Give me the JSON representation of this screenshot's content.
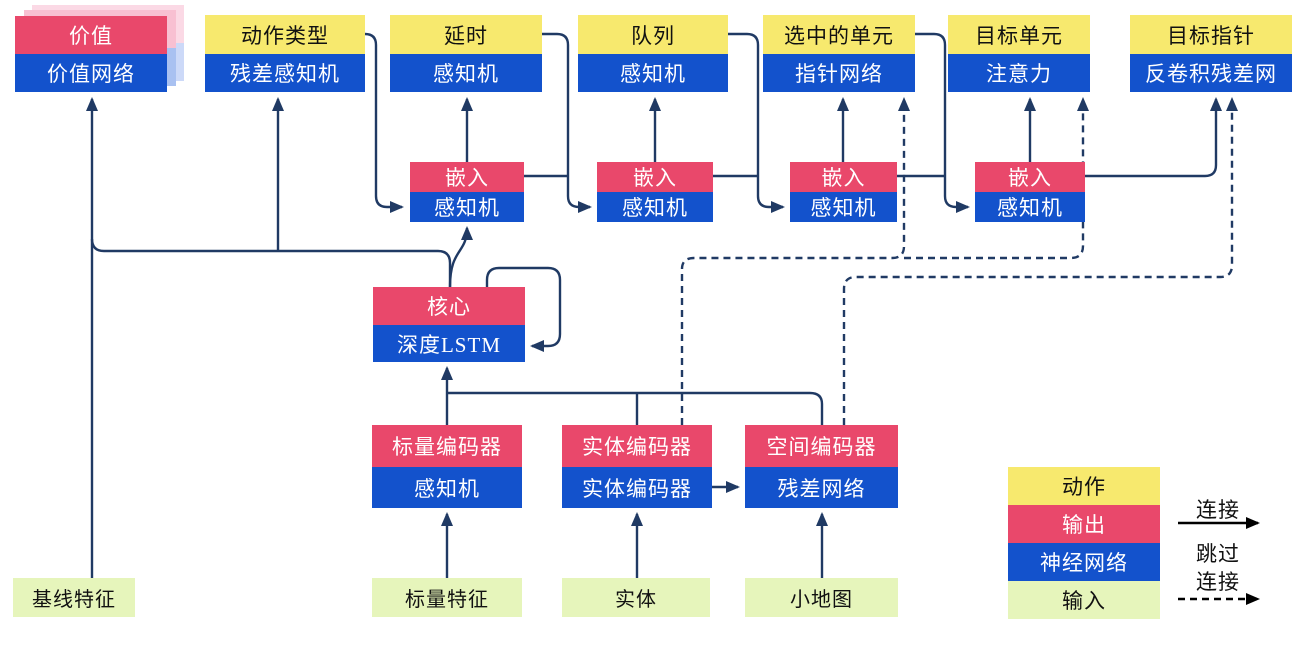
{
  "nodes": {
    "value": {
      "head": "价值",
      "body": "价值网络"
    },
    "action_type": {
      "head": "动作类型",
      "body": "残差感知机"
    },
    "delay": {
      "head": "延时",
      "body": "感知机"
    },
    "queue": {
      "head": "队列",
      "body": "感知机"
    },
    "selected_units": {
      "head": "选中的单元",
      "body": "指针网络"
    },
    "target_unit": {
      "head": "目标单元",
      "body": "注意力"
    },
    "target_point": {
      "head": "目标指针",
      "body": "反卷积残差网"
    },
    "embed1": {
      "head": "嵌入",
      "body": "感知机"
    },
    "embed2": {
      "head": "嵌入",
      "body": "感知机"
    },
    "embed3": {
      "head": "嵌入",
      "body": "感知机"
    },
    "embed4": {
      "head": "嵌入",
      "body": "感知机"
    },
    "core": {
      "head": "核心",
      "body": "深度LSTM"
    },
    "scalar_encoder": {
      "head": "标量编码器",
      "body": "感知机"
    },
    "entity_encoder": {
      "head": "实体编码器",
      "body": "实体编码器"
    },
    "spatial_encoder": {
      "head": "空间编码器",
      "body": "残差网络"
    }
  },
  "inputs": {
    "baseline": "基线特征",
    "scalar": "标量特征",
    "entities": "实体",
    "minimap": "小地图"
  },
  "legend": {
    "action": "动作",
    "output": "输出",
    "network": "神经网络",
    "input": "输入",
    "connection": "连接",
    "skip_line1": "跳过",
    "skip_line2": "连接"
  },
  "colors": {
    "action_yellow": "#f7e96e",
    "output_red": "#e9486b",
    "network_blue": "#1352cc",
    "input_green": "#e6f5bb",
    "connector_navy": "#203a64",
    "shadow_pink": "#f8c0d2",
    "shadow_blue": "#a9c1f1"
  }
}
